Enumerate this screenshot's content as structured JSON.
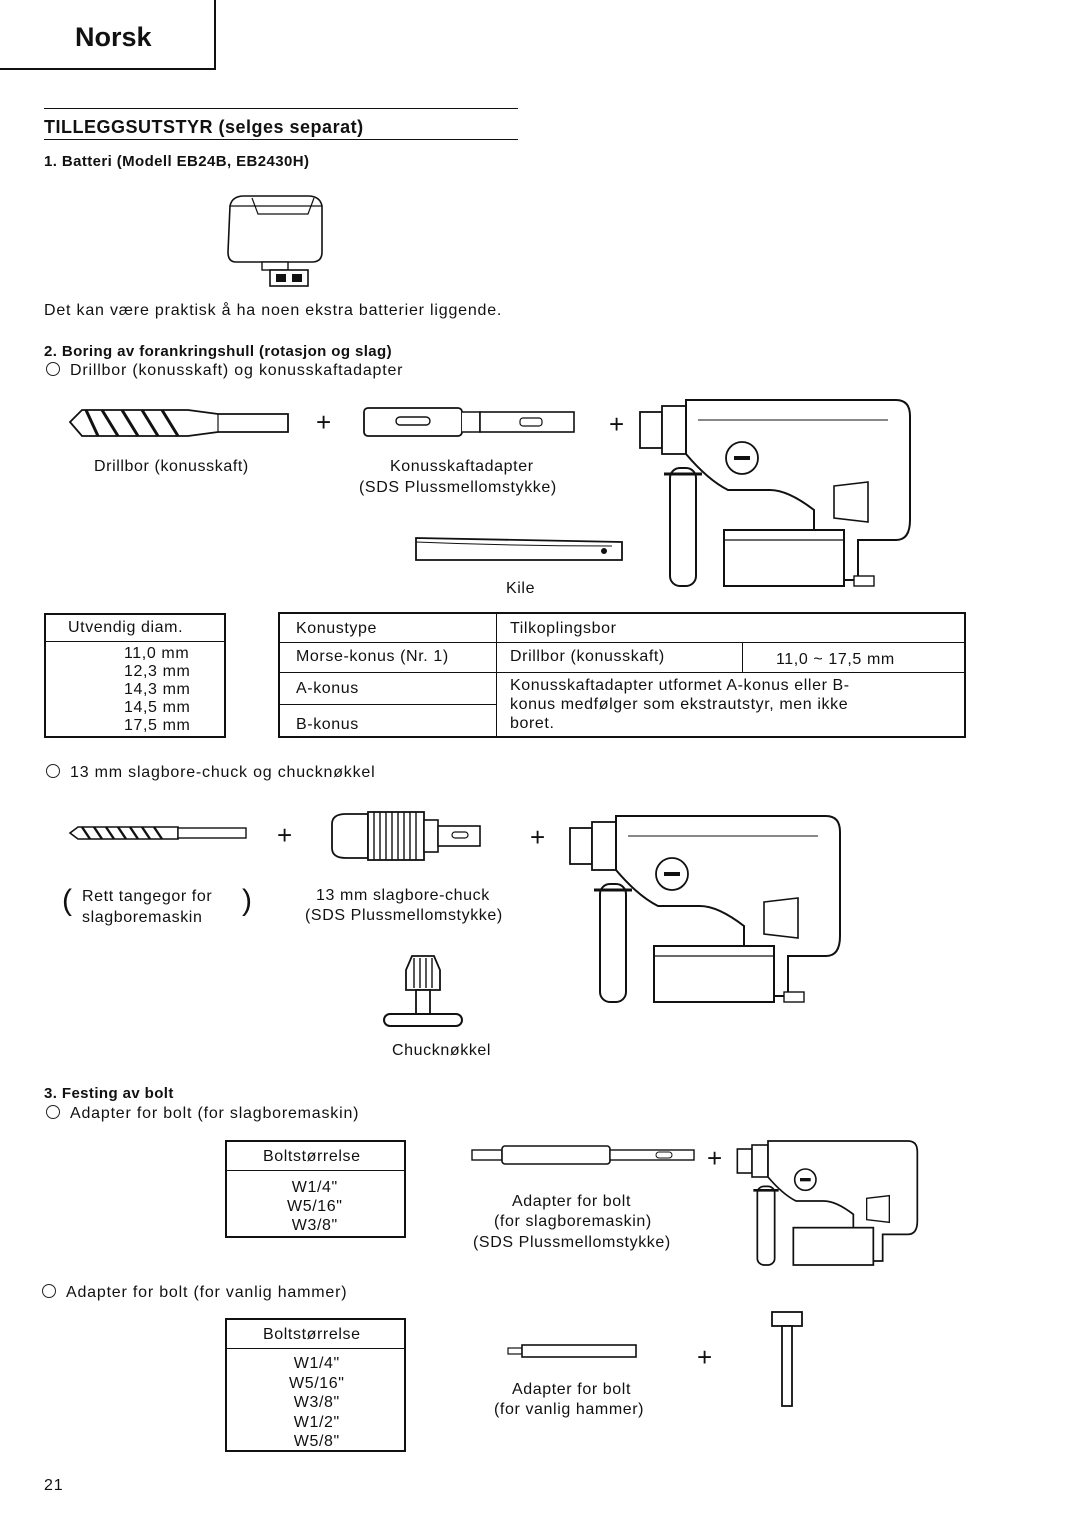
{
  "header": {
    "language_tab": "Norsk"
  },
  "section": {
    "title": "TILLEGGSUTSTYR (selges separat)"
  },
  "item1": {
    "heading": "1. Batteri (Modell EB24B, EB2430H)",
    "note": "Det kan være praktisk å ha noen ekstra batterier liggende."
  },
  "item2": {
    "heading": "2. Boring av forankringshull (rotasjon og slag)",
    "option1": "Drillbor (konusskaft) og konusskaftadapter",
    "drillbit_label": "Drillbor (konusskaft)",
    "adapter_label_1": "Konusskaftadapter",
    "adapter_label_2": "(SDS Plussmellomstykke)",
    "wedge_label": "Kile",
    "plus": "+",
    "diam_table": {
      "header": "Utvendig diam.",
      "values": [
        "11,0 mm",
        "12,3 mm",
        "14,3 mm",
        "14,5 mm",
        "17,5 mm"
      ]
    },
    "cone_table": {
      "col1_header": "Konustype",
      "col2_header": "Tilkoplingsbor",
      "row1_type": "Morse-konus (Nr. 1)",
      "row1_bit": "Drillbor (konusskaft)",
      "row1_range": "11,0 ~ 17,5 mm",
      "row2_type": "A-konus",
      "row3_type": "B-konus",
      "note_line1": "Konusskaftadapter utformet A-konus eller B-",
      "note_line2": "konus medfølger som ekstrautstyr, men ikke",
      "note_line3": "boret."
    },
    "option2": "13 mm slagbore-chuck og chucknøkkel",
    "straight_label_1": "Rett tangegor for",
    "straight_label_2": "slagboremaskin",
    "chuck_label_1": "13 mm slagbore-chuck",
    "chuck_label_2": "(SDS Plussmellomstykke)",
    "key_label": "Chucknøkkel"
  },
  "item3": {
    "heading": "3. Festing av bolt",
    "option1": "Adapter for bolt (for slagboremaskin)",
    "table1": {
      "header": "Boltstørrelse",
      "values": [
        "W1/4\"",
        "W5/16\"",
        "W3/8\""
      ]
    },
    "adapter1_label_1": "Adapter for bolt",
    "adapter1_label_2": "(for slagboremaskin)",
    "adapter1_label_3": "(SDS Plussmellomstykke)",
    "option2": "Adapter for bolt (for vanlig hammer)",
    "table2": {
      "header": "Boltstørrelse",
      "values": [
        "W1/4\"",
        "W5/16\"",
        "W3/8\"",
        "W1/2\"",
        "W5/8\""
      ]
    },
    "adapter2_label_1": "Adapter for bolt",
    "adapter2_label_2": "(for vanlig hammer)"
  },
  "footer": {
    "page_number": "21"
  }
}
